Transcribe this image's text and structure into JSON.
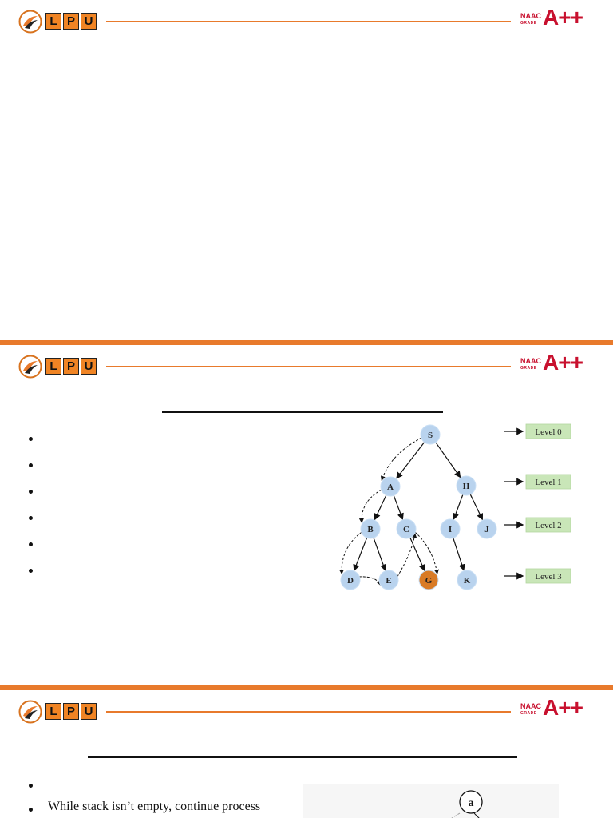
{
  "brand": {
    "logo_letters": [
      "L",
      "P",
      "U"
    ],
    "naac_small": "NAAC",
    "naac_grade": "GRADE",
    "naac_big": "A++",
    "accent_color": "#e87a2c",
    "naac_color": "#c8102e"
  },
  "slide2": {
    "bullets": [
      "",
      "",
      "",
      "",
      "",
      ""
    ],
    "tree": {
      "nodes": [
        {
          "id": "S",
          "label": "S"
        },
        {
          "id": "A",
          "label": "A"
        },
        {
          "id": "H",
          "label": "H"
        },
        {
          "id": "B",
          "label": "B"
        },
        {
          "id": "C",
          "label": "C"
        },
        {
          "id": "I",
          "label": "I"
        },
        {
          "id": "J",
          "label": "J"
        },
        {
          "id": "D",
          "label": "D"
        },
        {
          "id": "E",
          "label": "E"
        },
        {
          "id": "G",
          "label": "G",
          "highlight": true
        },
        {
          "id": "K",
          "label": "K"
        }
      ],
      "edges": [
        [
          "S",
          "A"
        ],
        [
          "S",
          "H"
        ],
        [
          "A",
          "B"
        ],
        [
          "A",
          "C"
        ],
        [
          "H",
          "I"
        ],
        [
          "H",
          "J"
        ],
        [
          "B",
          "D"
        ],
        [
          "B",
          "E"
        ],
        [
          "C",
          "G"
        ],
        [
          "I",
          "K"
        ]
      ],
      "traversal": [
        [
          "S",
          "A"
        ],
        [
          "A",
          "B"
        ],
        [
          "B",
          "D"
        ],
        [
          "D",
          "E"
        ],
        [
          "E",
          "C"
        ],
        [
          "C",
          "G"
        ]
      ],
      "levels": [
        "Level 0",
        "Level 1",
        "Level 2",
        "Level 3"
      ],
      "node_color": "#b9d3ee",
      "highlight_color": "#d97b26",
      "level_box_color": "#c9e6b8"
    }
  },
  "slide3": {
    "bullets": [
      "",
      "While stack isn’t empty, continue process"
    ],
    "tree_root_label": "a"
  }
}
